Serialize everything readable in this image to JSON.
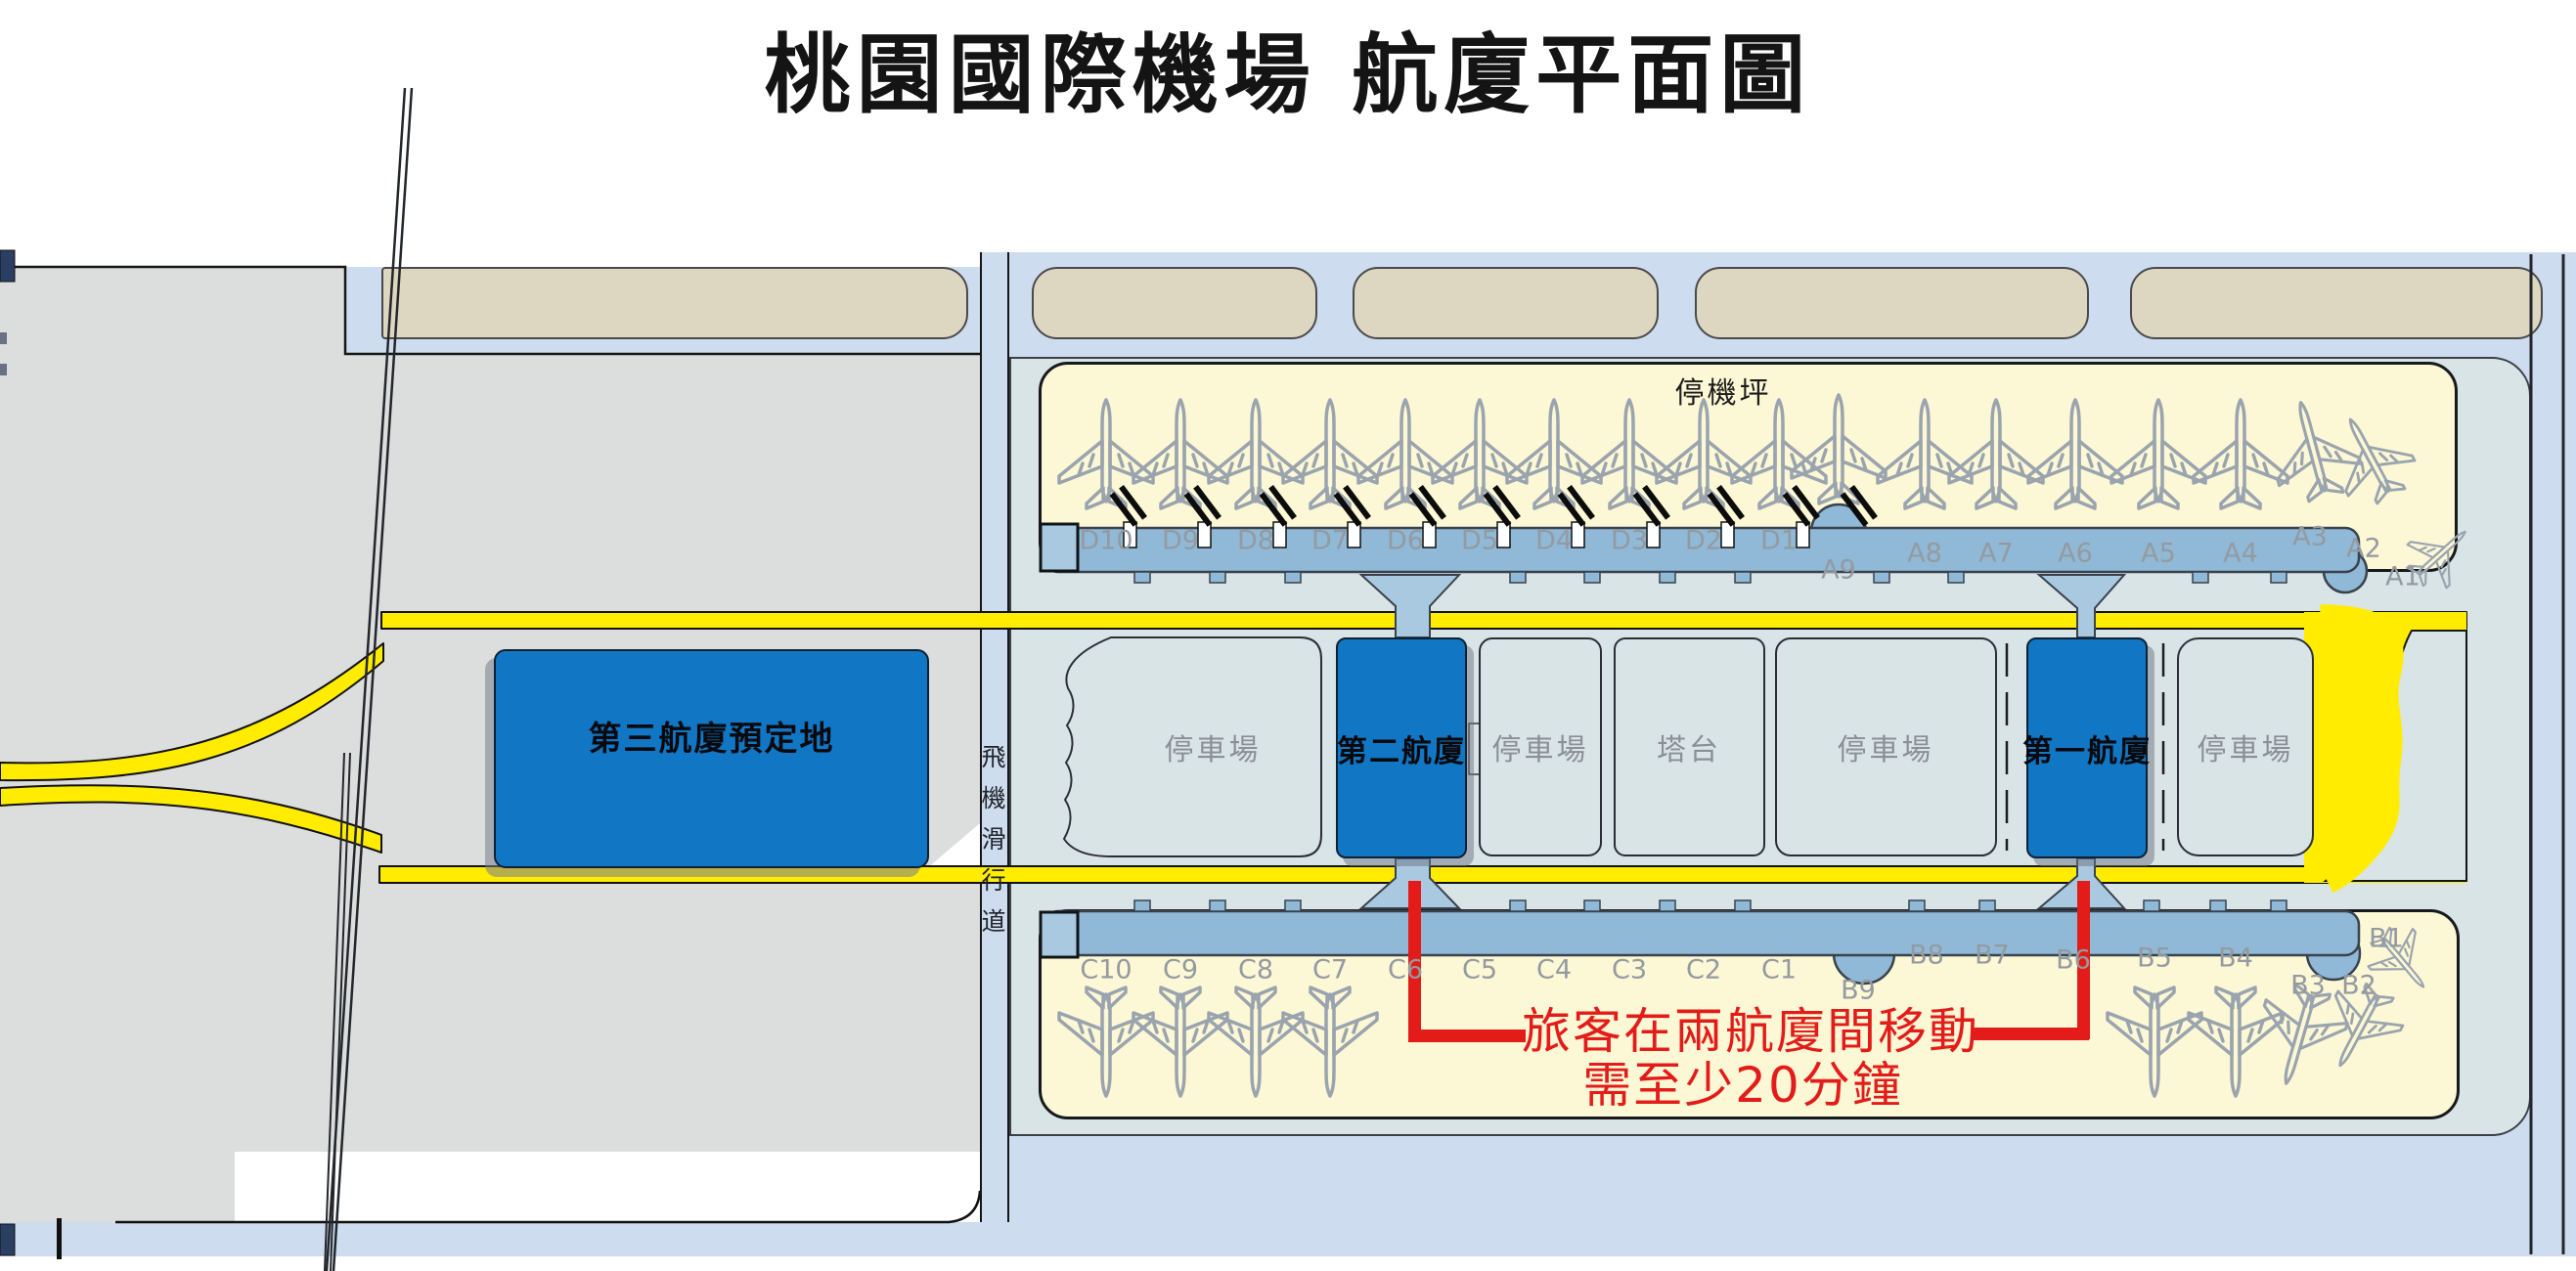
{
  "title": "桃園國際機場 航廈平面圖",
  "map": {
    "apron_label": "停機坪",
    "taxiway_label": "飛機滑行道",
    "terminal3": "第三航廈預定地",
    "terminal2": "第二航廈",
    "terminal1": "第一航廈",
    "tower": "塔台",
    "parking": "停車場"
  },
  "gates": {
    "d": [
      "D10",
      "D9",
      "D8",
      "D7",
      "D6",
      "D5",
      "D4",
      "D3",
      "D2",
      "D1"
    ],
    "a": [
      "A9",
      "A8",
      "A7",
      "A6",
      "A5",
      "A4",
      "A3",
      "A2",
      "A1"
    ],
    "c": [
      "C10",
      "C9",
      "C8",
      "C7",
      "C6",
      "C5",
      "C4",
      "C3",
      "C2",
      "C1"
    ],
    "b": [
      "B9",
      "B8",
      "B7",
      "B6",
      "B5",
      "B4",
      "B3",
      "B2",
      "B1"
    ]
  },
  "annotation": {
    "line1": "旅客在兩航廈間移動",
    "line2": "需至少20分鐘"
  },
  "colors": {
    "map_blue": "#cddcee",
    "ground_gray": "#dcdddd",
    "apron_cream": "#fcf7d5",
    "stand_beige": "#ddd7c2",
    "zone": "#d9e4e7",
    "pier_blue": "#8fb9d6",
    "corridor_blue": "#a9c9e0",
    "building_blue": "#1177c5",
    "road_yellow": "#ffec00",
    "annotation_red": "#e31c19"
  }
}
